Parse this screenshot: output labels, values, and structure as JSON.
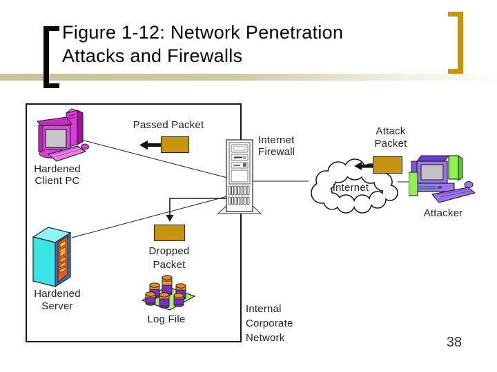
{
  "title": {
    "line1": "Figure 1-12: Network Penetration",
    "line2": "Attacks and Firewalls"
  },
  "page_number": "38",
  "colors": {
    "packet_fill": "#C6940F",
    "accent_bar": "#C6C69B",
    "bracket": "#C8940A"
  },
  "diagram": {
    "hardened_client": {
      "line1": "Hardened",
      "line2": "Client PC"
    },
    "passed_packet": {
      "label": "Passed Packet"
    },
    "internet_firewall": {
      "line1": "Internet",
      "line2": "Firewall"
    },
    "attack_packet": {
      "line1": "Attack",
      "line2": "Packet"
    },
    "internet_cloud": {
      "label": "Internet"
    },
    "attacker": {
      "label": "Attacker"
    },
    "dropped_packet": {
      "line1": "Dropped",
      "line2": "Packet"
    },
    "hardened_server": {
      "line1": "Hardened",
      "line2": "Server"
    },
    "log_file": {
      "label": "Log File"
    },
    "internal_network": {
      "line1": "Internal",
      "line2": "Corporate",
      "line3": "Network"
    }
  },
  "icons": {
    "hardened_client": "desktop-pc-icon",
    "internet_firewall": "server-tower-icon",
    "internet_cloud": "cloud-icon",
    "attacker": "desktop-pc-icon",
    "hardened_server": "server-tower-icon",
    "log_file": "disk-stack-icon",
    "passed_packet_arrow": "left-arrow-icon",
    "attack_packet_arrow": "left-arrow-icon",
    "dropped_packet_arrow": "down-elbow-arrow-icon"
  }
}
